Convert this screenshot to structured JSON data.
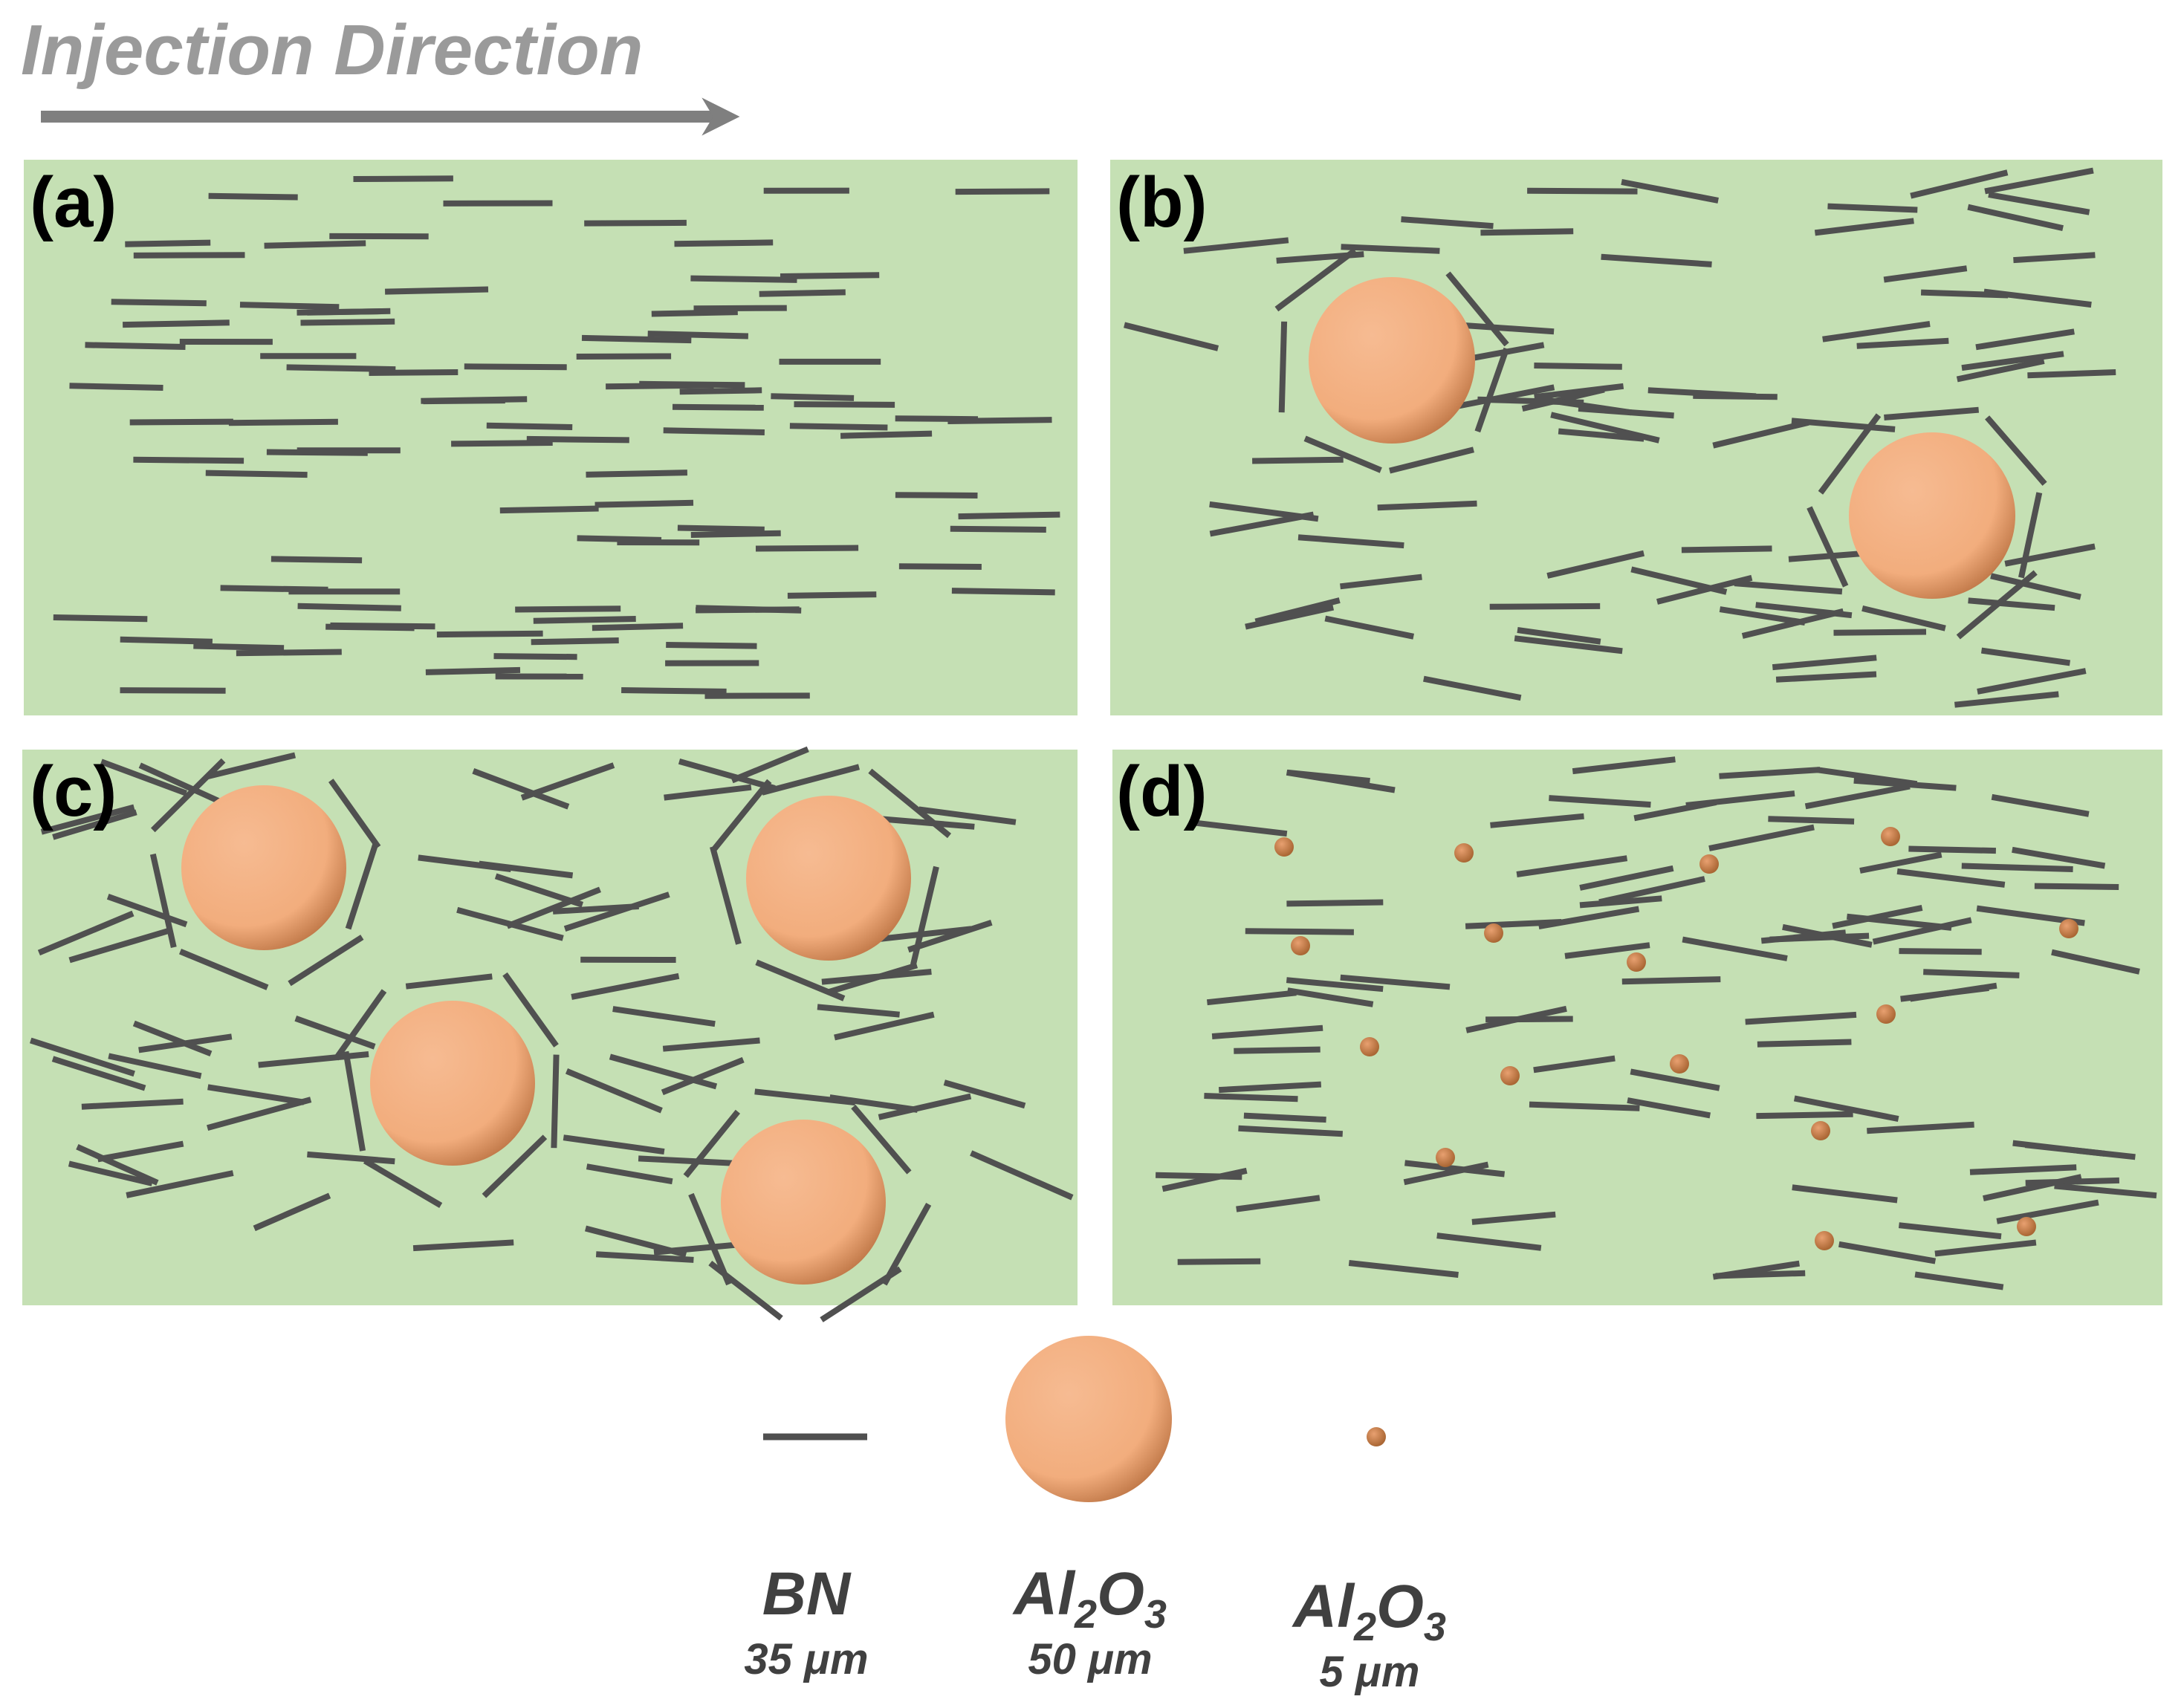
{
  "header": {
    "title": "Injection Direction",
    "title_color": "#9a9a9a",
    "arrow_color": "#7f7f7f"
  },
  "colors": {
    "matrix_background": "#c5e0b4",
    "bn_platelet": "#505050",
    "al2o3_particle": "#f4b183",
    "al2o3_particle_shadow": "#b07048",
    "label_text": "#000000",
    "legend_text": "#404040"
  },
  "panels": [
    {
      "label": "(a)",
      "description_key": "bn-only"
    },
    {
      "label": "(b)",
      "description_key": "bn-with-two-large-al2o3"
    },
    {
      "label": "(c)",
      "description_key": "bn-with-four-large-al2o3"
    },
    {
      "label": "(d)",
      "description_key": "bn-with-small-al2o3"
    }
  ],
  "legend": [
    {
      "name": "BN",
      "size": "35 μm",
      "icon": "bn-platelet-line"
    },
    {
      "name_main": "Al",
      "name_sub1": "2",
      "name_mid": "O",
      "name_sub2": "3",
      "size": "50 μm",
      "icon": "large-al2o3-sphere"
    },
    {
      "name_main": "Al",
      "name_sub1": "2",
      "name_mid": "O",
      "name_sub2": "3",
      "size": "5 μm",
      "icon": "small-al2o3-sphere"
    }
  ]
}
